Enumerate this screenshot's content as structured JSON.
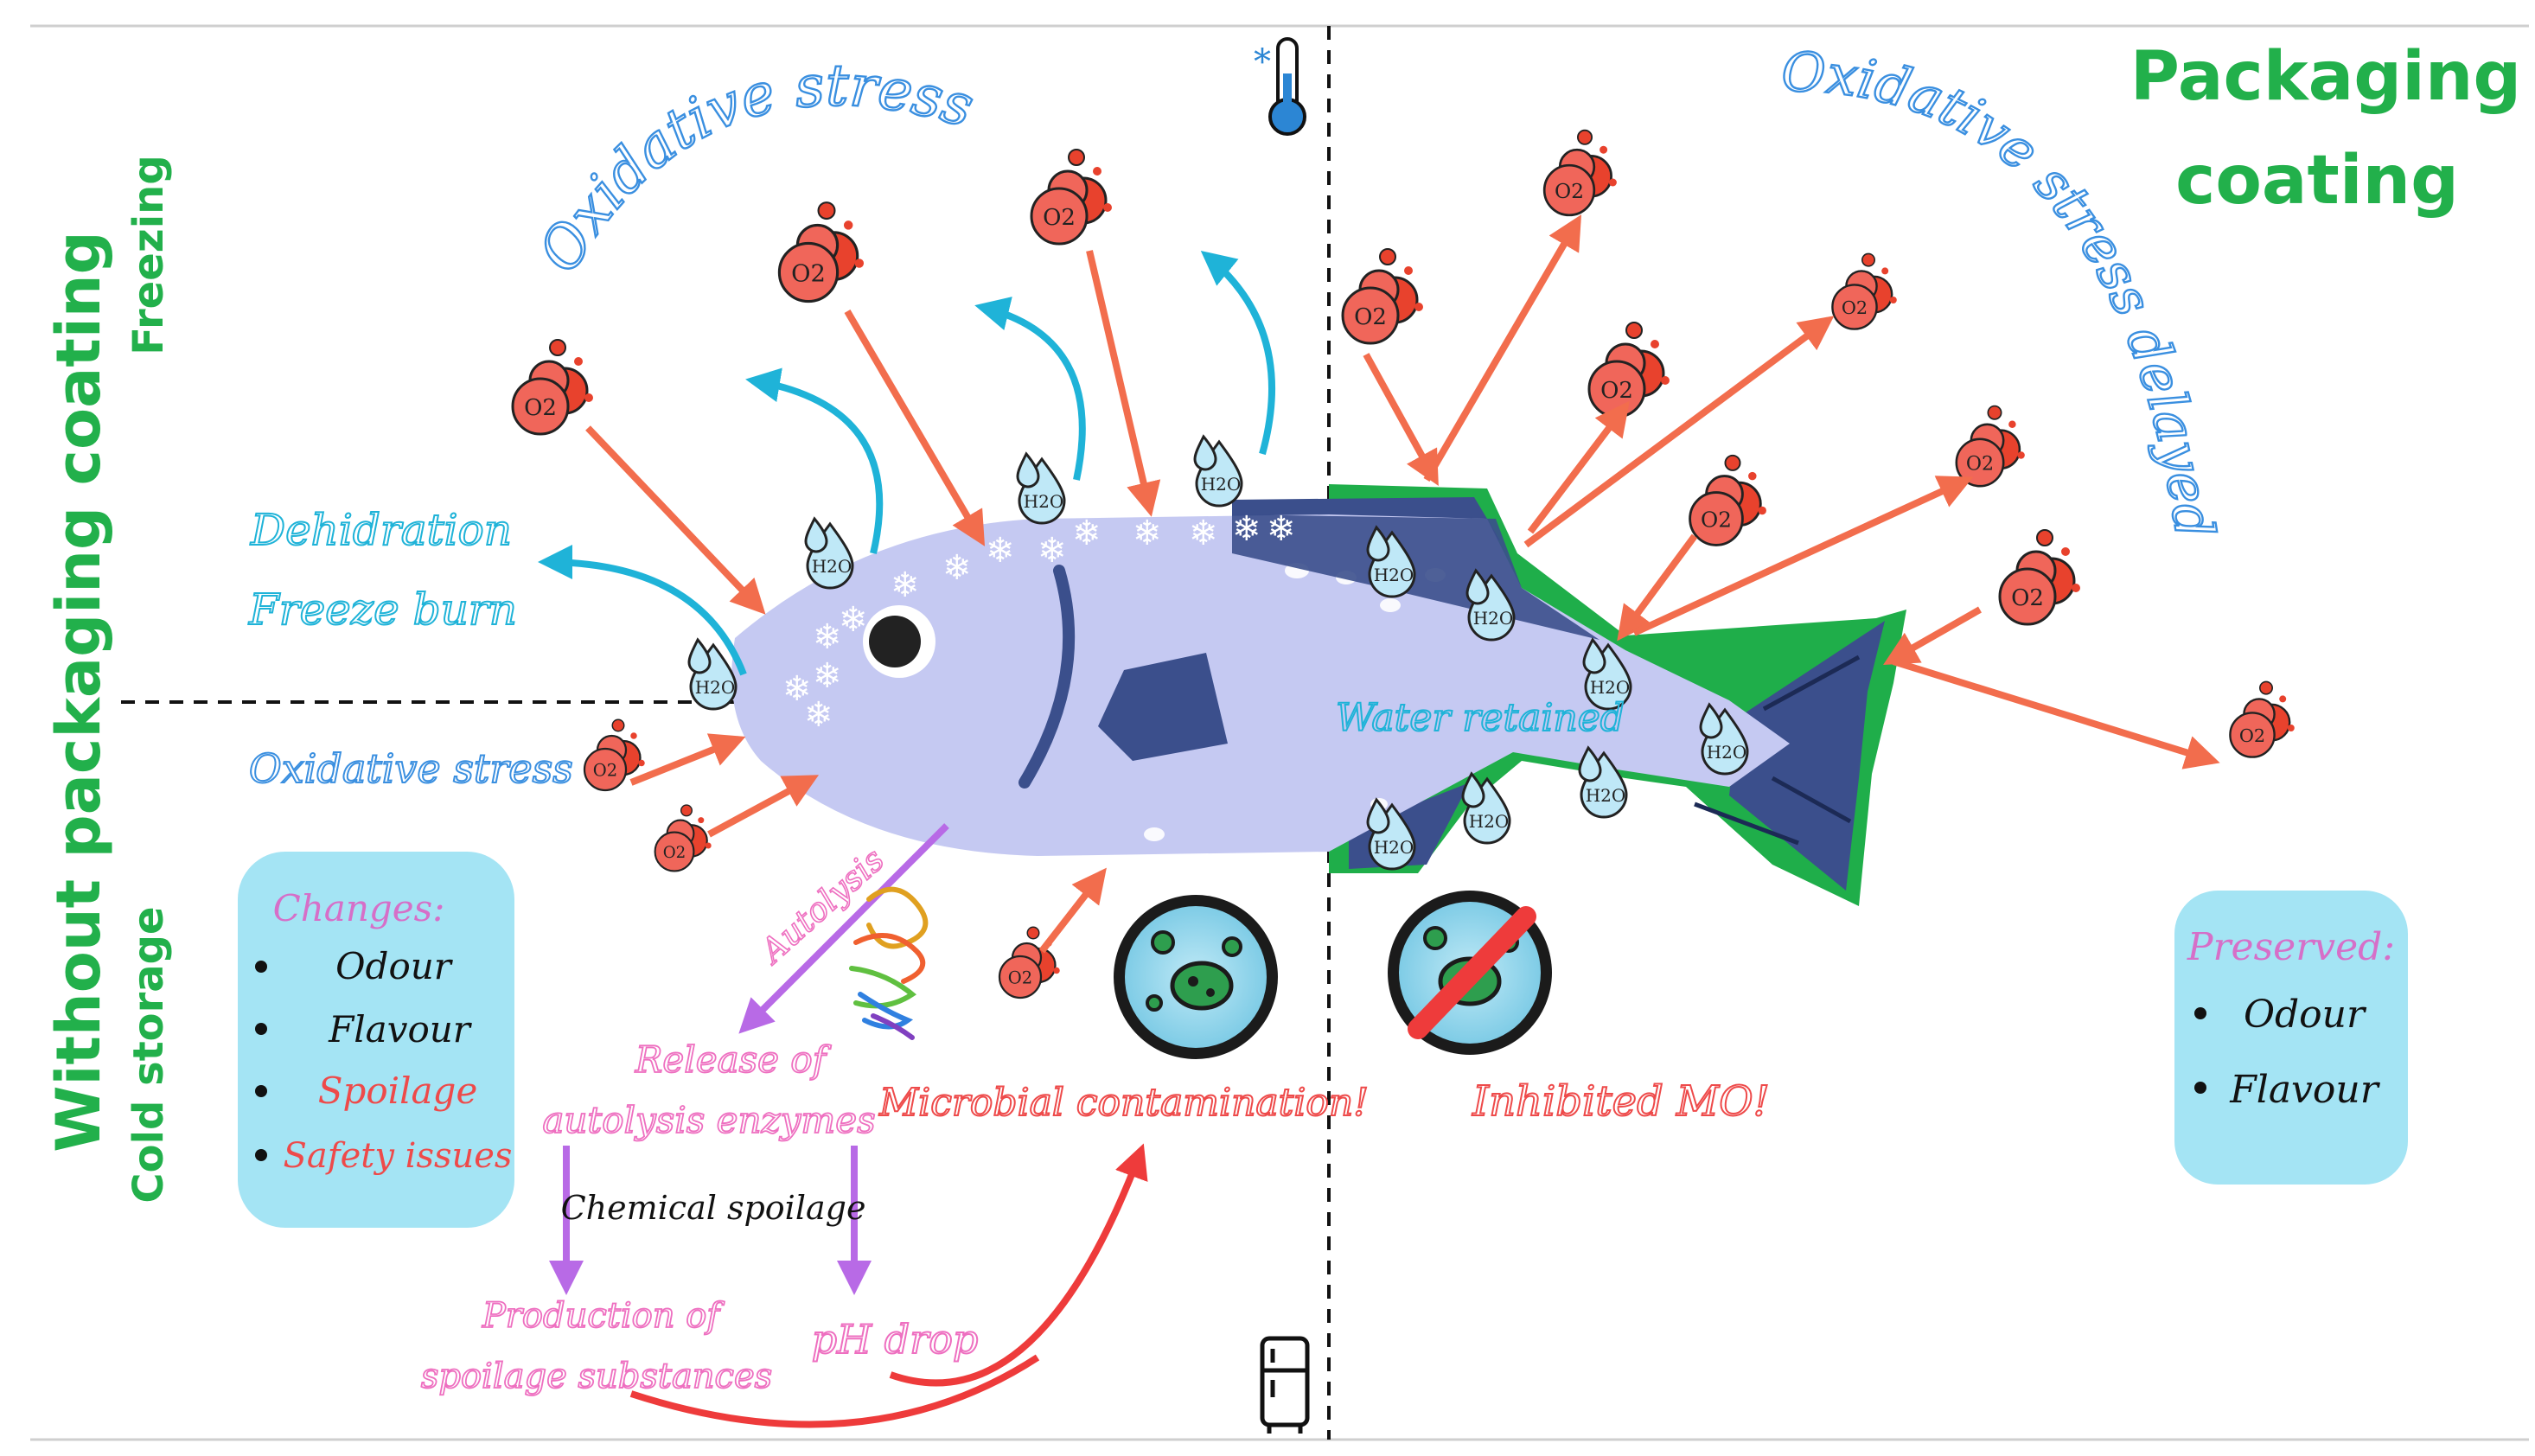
{
  "labels": {
    "left_main": "Without packaging coating",
    "left_freezing": "Freezing",
    "left_cold": "Cold storage",
    "right_main_1": "Packaging",
    "right_main_2": "coating",
    "oxidative_top": "Oxidative stress",
    "oxidative_delayed": "Oxidative stress delayed",
    "dehydration": "Dehidration",
    "freeze_burn": "Freeze burn",
    "oxidative_left": "Oxidative stress",
    "water_retained": "Water retained",
    "autolysis": "Autolysis",
    "release_1": "Release of",
    "release_2": "autolysis enzymes",
    "chemical_spoilage": "Chemical spoilage",
    "production_1": "Production of",
    "production_2": "spoilage substances",
    "ph_drop": "pH drop",
    "microbial": "Microbial contamination!",
    "inhibited": "Inhibited MO!",
    "o2": "O2",
    "h2o": "H2O"
  },
  "changes_box": {
    "title": "Changes:",
    "items": [
      "Odour",
      "Flavour",
      "Spoilage",
      "Safety issues"
    ]
  },
  "preserved_box": {
    "title": "Preserved:",
    "items": [
      "Odour",
      "Flavour"
    ]
  },
  "colors": {
    "green": "#22b04b",
    "blue_text": "#3a8fe0",
    "cyan_arrow": "#1fb3d8",
    "orange_arrow": "#f26d4d",
    "o2_fill": "#f0665a",
    "fish_body": "#c5c9f2",
    "fish_dark": "#3b4f8c",
    "coating": "#1fae4a",
    "purple": "#b86ae6",
    "pink_text": "#ee6fc0",
    "red_text": "#ee4a4a",
    "box_fill": "#a4e4f4"
  }
}
